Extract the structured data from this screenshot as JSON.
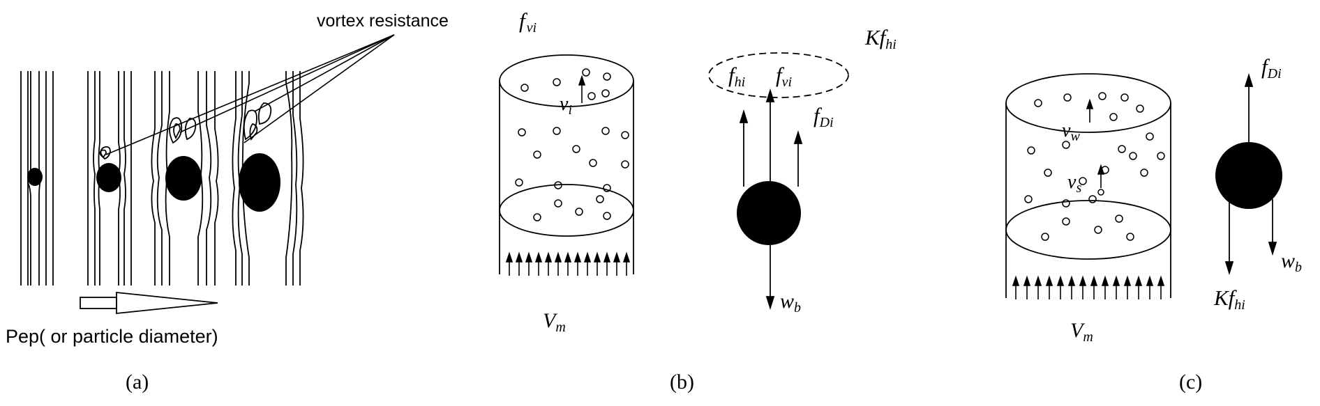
{
  "panel_a": {
    "label": "(a)",
    "callout": "vortex resistance",
    "callout_symbol": "f",
    "callout_symbol_sub": "vi",
    "axis_caption": "Pep( or particle diameter)"
  },
  "panel_b": {
    "label": "(b)",
    "v_main": "v",
    "v_sub": "i",
    "flow_main": "V",
    "flow_sub": "m",
    "top_force_main": "Kf",
    "top_force_sub": "hi",
    "ellipse_f1_main": "f",
    "ellipse_f1_sub": "hi",
    "ellipse_f2_main": "f",
    "ellipse_f2_sub": "vi",
    "drag_main": "f",
    "drag_sub": "Di",
    "weight_main": "w",
    "weight_sub": "b"
  },
  "panel_c": {
    "label": "(c)",
    "vw_main": "v",
    "vw_sub": "w",
    "vs_main": "v",
    "vs_sub": "s",
    "flow_main": "V",
    "flow_sub": "m",
    "drag_main": "f",
    "drag_sub": "Di",
    "kf_main": "Kf",
    "kf_sub": "hi",
    "weight_main": "w",
    "weight_sub": "b"
  }
}
